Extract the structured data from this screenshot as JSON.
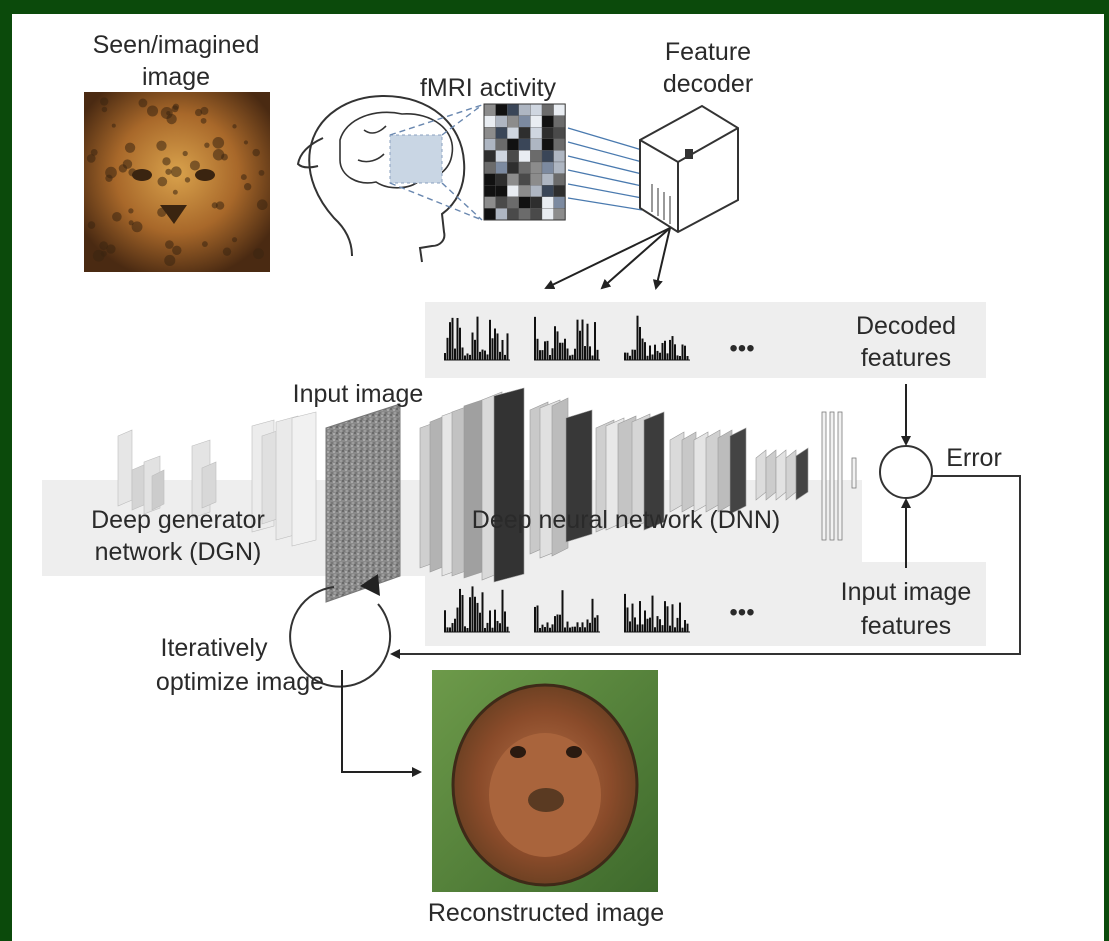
{
  "labels": {
    "seen_image_line1": "Seen/imagined",
    "seen_image_line2": "image",
    "fmri_activity": "fMRI activity",
    "feature_decoder_line1": "Feature",
    "feature_decoder_line2": "decoder",
    "decoded_features_line1": "Decoded",
    "decoded_features_line2": "features",
    "input_image": "Input image",
    "error": "Error",
    "dgn_line1": "Deep generator",
    "dgn_line2": "network (DGN)",
    "dnn": "Deep neural network (DNN)",
    "input_image_features_line1": "Input image",
    "input_image_features_line2": "features",
    "iteratively_line1": "Iteratively",
    "iteratively_line2": "optimize image",
    "reconstructed_image": "Reconstructed image",
    "ellipsis": "•••"
  },
  "colors": {
    "background": "#0b4a0b",
    "panel": "#eeeeee",
    "line": "#333333"
  }
}
